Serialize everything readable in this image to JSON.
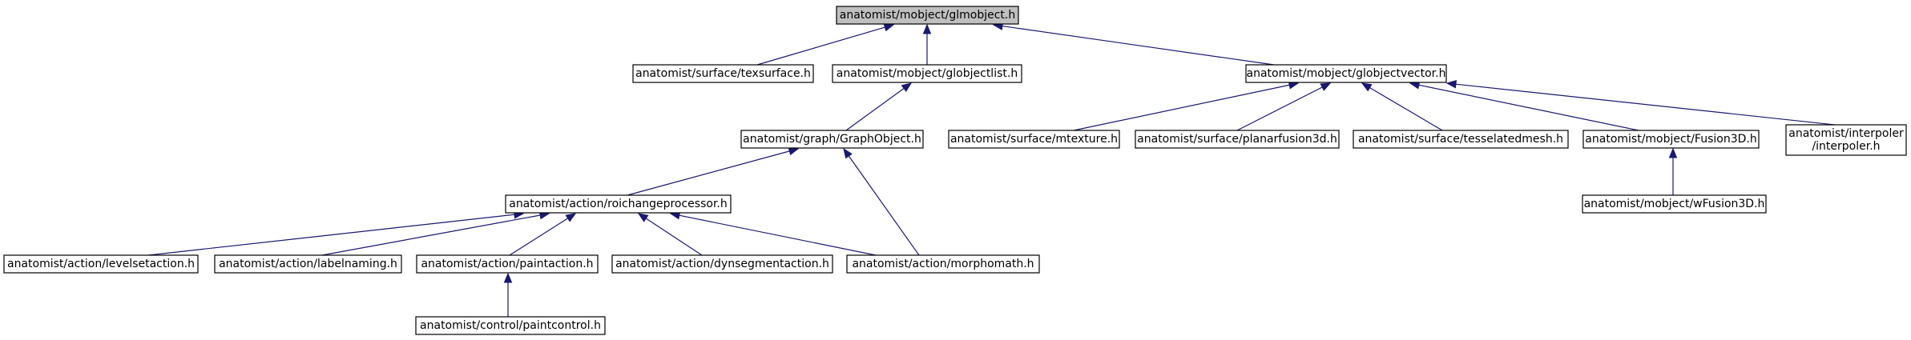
{
  "diagram": {
    "colors": {
      "highlight_fill": "#bfbfbf",
      "node_fill": "#ffffff",
      "border": "#000000",
      "edge": "#191970"
    },
    "nodes": {
      "glmobject": {
        "lines": [
          "anatomist/mobject/glmobject.h"
        ],
        "highlight": true
      },
      "texsurface": {
        "lines": [
          "anatomist/surface/texsurface.h"
        ]
      },
      "globjectlist": {
        "lines": [
          "anatomist/mobject/globjectlist.h"
        ]
      },
      "globjectvector": {
        "lines": [
          "anatomist/mobject/globjectvector.h"
        ]
      },
      "graphobject": {
        "lines": [
          "anatomist/graph/GraphObject.h"
        ]
      },
      "mtexture": {
        "lines": [
          "anatomist/surface/mtexture.h"
        ]
      },
      "planarfusion3d": {
        "lines": [
          "anatomist/surface/planarfusion3d.h"
        ]
      },
      "tesselatedmesh": {
        "lines": [
          "anatomist/surface/tesselatedmesh.h"
        ]
      },
      "fusion3d": {
        "lines": [
          "anatomist/mobject/Fusion3D.h"
        ]
      },
      "interpoler": {
        "lines": [
          "anatomist/interpoler",
          "/interpoler.h"
        ]
      },
      "roichangeprocessor": {
        "lines": [
          "anatomist/action/roichangeprocessor.h"
        ]
      },
      "wfusion3d": {
        "lines": [
          "anatomist/mobject/wFusion3D.h"
        ]
      },
      "levelsetaction": {
        "lines": [
          "anatomist/action/levelsetaction.h"
        ]
      },
      "labelnaming": {
        "lines": [
          "anatomist/action/labelnaming.h"
        ]
      },
      "paintaction": {
        "lines": [
          "anatomist/action/paintaction.h"
        ]
      },
      "dynsegmentaction": {
        "lines": [
          "anatomist/action/dynsegmentaction.h"
        ]
      },
      "morphomath": {
        "lines": [
          "anatomist/action/morphomath.h"
        ]
      },
      "paintcontrol": {
        "lines": [
          "anatomist/control/paintcontrol.h"
        ]
      }
    },
    "edges": [
      {
        "from": "texsurface",
        "to": "glmobject"
      },
      {
        "from": "globjectlist",
        "to": "glmobject"
      },
      {
        "from": "globjectvector",
        "to": "glmobject"
      },
      {
        "from": "graphobject",
        "to": "globjectlist"
      },
      {
        "from": "mtexture",
        "to": "globjectvector"
      },
      {
        "from": "planarfusion3d",
        "to": "globjectvector"
      },
      {
        "from": "tesselatedmesh",
        "to": "globjectvector"
      },
      {
        "from": "fusion3d",
        "to": "globjectvector"
      },
      {
        "from": "interpoler",
        "to": "globjectvector"
      },
      {
        "from": "roichangeprocessor",
        "to": "graphobject"
      },
      {
        "from": "morphomath",
        "to": "graphobject"
      },
      {
        "from": "wfusion3d",
        "to": "fusion3d"
      },
      {
        "from": "levelsetaction",
        "to": "roichangeprocessor"
      },
      {
        "from": "labelnaming",
        "to": "roichangeprocessor"
      },
      {
        "from": "paintaction",
        "to": "roichangeprocessor"
      },
      {
        "from": "dynsegmentaction",
        "to": "roichangeprocessor"
      },
      {
        "from": "morphomath",
        "to": "roichangeprocessor"
      },
      {
        "from": "paintcontrol",
        "to": "paintaction"
      }
    ]
  }
}
